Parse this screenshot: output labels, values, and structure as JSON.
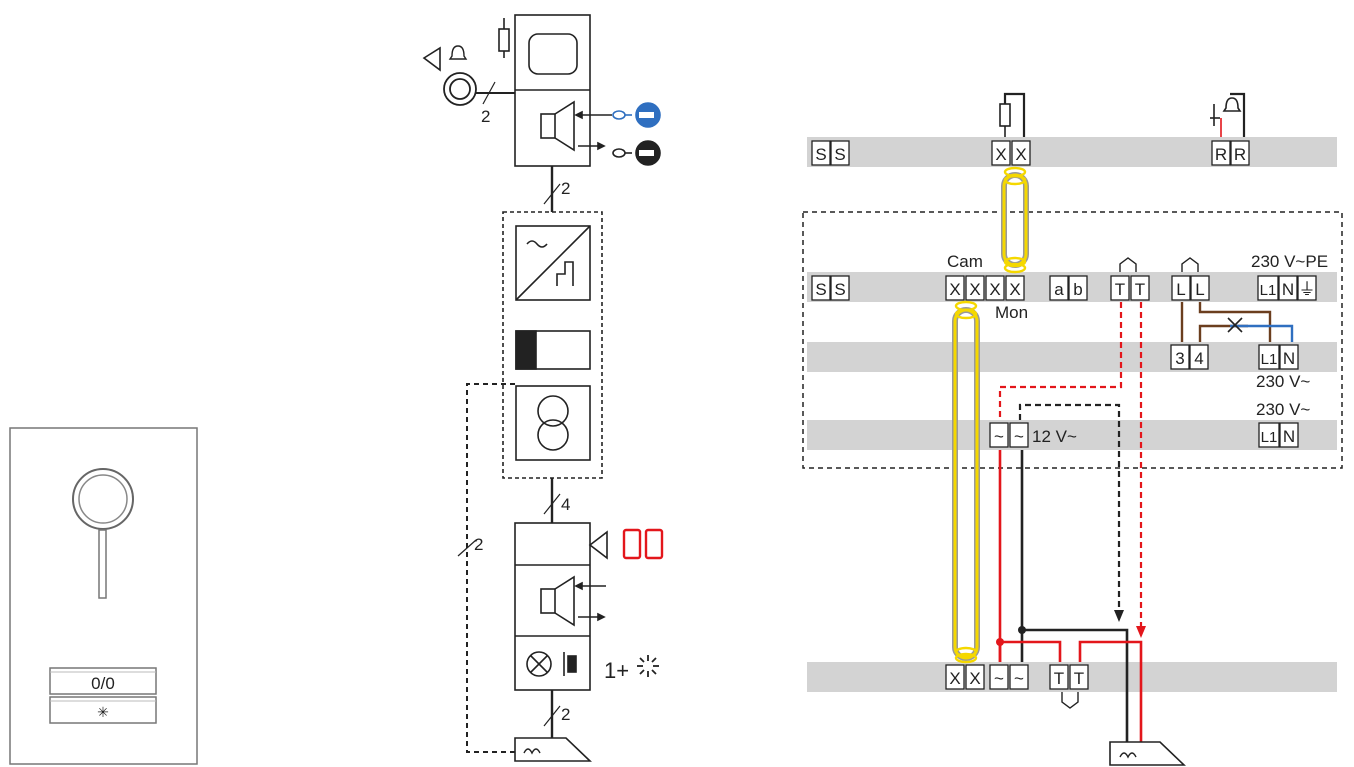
{
  "panel": {
    "display_text": "0/0",
    "light_symbol": "✳"
  },
  "wire_counts": {
    "top": "2",
    "bell_link": "2",
    "psu_to_station": "4",
    "dashed_link": "2",
    "bottom": "2"
  },
  "station": {
    "digit_display": "00",
    "light_label": "1+"
  },
  "terminals": {
    "row1_left": [
      "S",
      "S"
    ],
    "row1_mid": [
      "X",
      "X"
    ],
    "row1_right": [
      "R",
      "R"
    ],
    "row2_left": [
      "S",
      "S"
    ],
    "row2_cam": [
      "X",
      "X",
      "X",
      "X"
    ],
    "row2_ab": [
      "a",
      "b"
    ],
    "row2_tt": [
      "T",
      "T"
    ],
    "row2_ll": [
      "L",
      "L"
    ],
    "row2_power": [
      "L1",
      "N",
      "⏚"
    ],
    "row3_34": [
      "3",
      "4"
    ],
    "row3_power": [
      "L1",
      "N"
    ],
    "row4_tilde": [
      "~",
      "~"
    ],
    "row4_power": [
      "L1",
      "N"
    ],
    "row5_x": [
      "X",
      "X"
    ],
    "row5_tilde": [
      "~",
      "~"
    ],
    "row5_tt": [
      "T",
      "T"
    ]
  },
  "labels": {
    "cam": "Cam",
    "mon": "Mon",
    "v230_pe": "230 V~PE",
    "v230_a": "230 V~",
    "v230_b": "230 V~",
    "v12": "12 V~"
  },
  "colors": {
    "band": "#d3d3d3",
    "blue": "#2f6fc0",
    "red": "#e3161b",
    "yellow": "#f5d800",
    "brown": "#6b3e1e"
  }
}
